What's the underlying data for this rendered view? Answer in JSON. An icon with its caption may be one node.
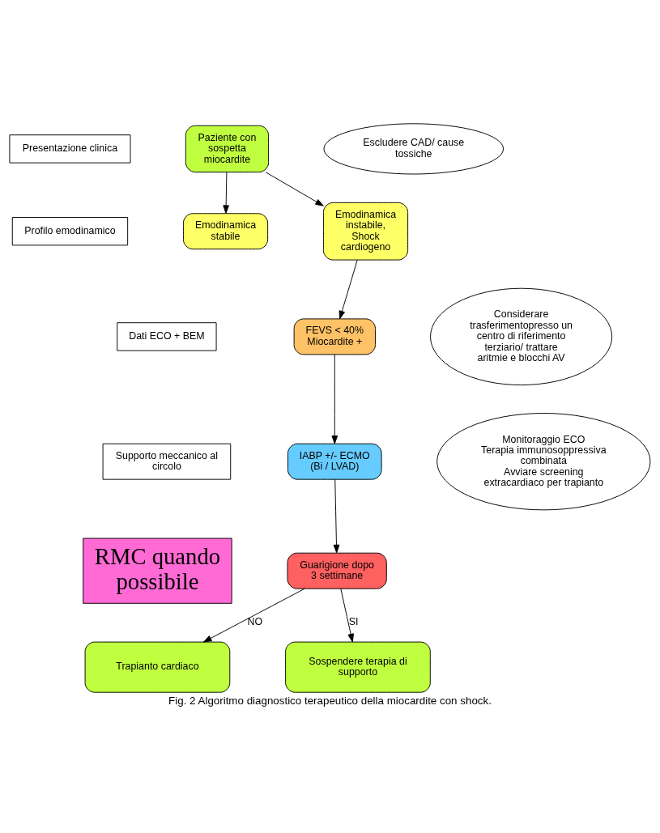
{
  "diagram": {
    "caption": "Fig. 2 Algoritmo diagnostico terapeutico della miocardite con shock.",
    "nodes": [
      {
        "text": [
          "Presentazione clinica"
        ]
      },
      {
        "text": [
          "Paziente con sospetta miocardite"
        ]
      },
      {
        "text": [
          "Escludere CAD/ cause tossiche"
        ]
      },
      {
        "text": [
          "Profilo emodinamico"
        ]
      },
      {
        "text": [
          "Emodinamica stabile"
        ]
      },
      {
        "text": [
          "Emodinamica instabile, Shock cardiogeno"
        ]
      },
      {
        "text": [
          "Dati ECO + BEM"
        ]
      },
      {
        "text": [
          "FEVS < 40% Miocardite +"
        ]
      },
      {
        "text": [
          "Considerare trasferimentopresso un centro di riferimento terziario/ trattare aritmie e blocchi AV"
        ]
      },
      {
        "text": [
          "Supporto meccanico al circolo"
        ]
      },
      {
        "text": [
          "IABP +/- ECMO (Bi / LVAD)"
        ]
      },
      {
        "text": [
          "Monitoraggio ECO",
          "Terapia immunosoppressiva combinata",
          "Avviare screening extracardiaco per trapianto"
        ]
      },
      {
        "text": [
          "RMC quando possibile"
        ]
      },
      {
        "text": [
          "Guarigione dopo 3 settimane"
        ]
      },
      {
        "text": [
          "Trapianto cardiaco"
        ]
      },
      {
        "text": [
          "Sospendere terapia di supporto"
        ]
      }
    ],
    "edges": [
      {
        "from": 1,
        "to": 4,
        "arrow": "to"
      },
      {
        "from": 1,
        "to": 5,
        "arrow": "to"
      },
      {
        "from": 5,
        "to": 7,
        "arrow": "to"
      },
      {
        "from": 7,
        "to": 10,
        "arrow": "to"
      },
      {
        "from": 10,
        "to": 13,
        "arrow": "to"
      },
      {
        "from": 13,
        "to": 14,
        "arrow": "to",
        "label": "NO"
      },
      {
        "from": 13,
        "to": 15,
        "arrow": "to",
        "label": "SI"
      }
    ]
  }
}
